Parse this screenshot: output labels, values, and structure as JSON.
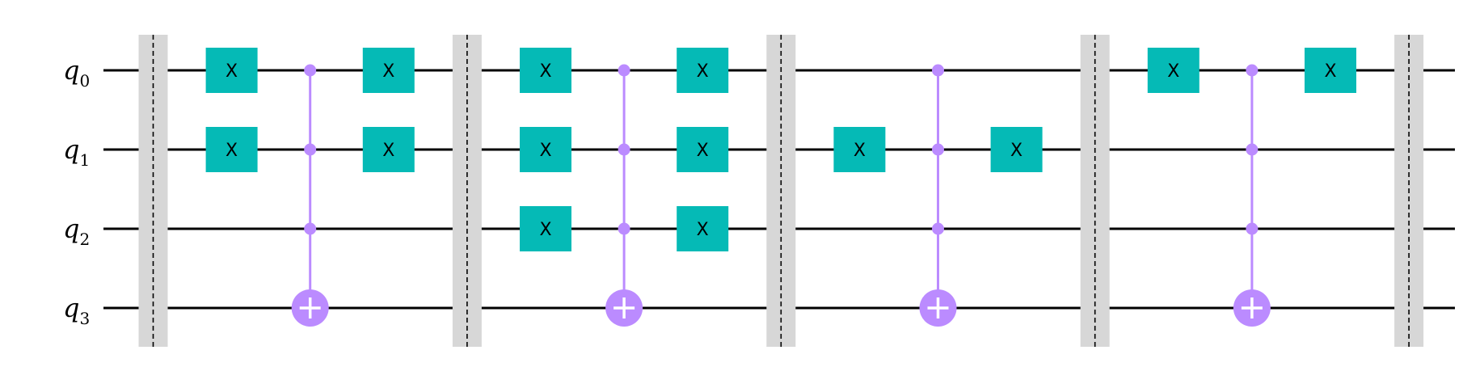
{
  "qubits": [
    {
      "name": "q",
      "index": "0"
    },
    {
      "name": "q",
      "index": "1"
    },
    {
      "name": "q",
      "index": "2"
    },
    {
      "name": "q",
      "index": "3"
    }
  ],
  "colors": {
    "wire": "#000000",
    "x_gate": "#05bab6",
    "control": "#bb8bff",
    "barrier": "#d7d7d7"
  },
  "x_gate_label": "X",
  "ops": [
    {
      "type": "barrier",
      "col": 0
    },
    {
      "type": "x",
      "col": 1,
      "qubit": 0
    },
    {
      "type": "x",
      "col": 1,
      "qubit": 1
    },
    {
      "type": "mcx",
      "col": 2,
      "controls": [
        0,
        1,
        2
      ],
      "target": 3
    },
    {
      "type": "x",
      "col": 3,
      "qubit": 0
    },
    {
      "type": "x",
      "col": 3,
      "qubit": 1
    },
    {
      "type": "barrier",
      "col": 4
    },
    {
      "type": "x",
      "col": 5,
      "qubit": 0
    },
    {
      "type": "x",
      "col": 5,
      "qubit": 1
    },
    {
      "type": "x",
      "col": 5,
      "qubit": 2
    },
    {
      "type": "mcx",
      "col": 6,
      "controls": [
        0,
        1,
        2
      ],
      "target": 3
    },
    {
      "type": "x",
      "col": 7,
      "qubit": 0
    },
    {
      "type": "x",
      "col": 7,
      "qubit": 1
    },
    {
      "type": "x",
      "col": 7,
      "qubit": 2
    },
    {
      "type": "barrier",
      "col": 8
    },
    {
      "type": "x",
      "col": 9,
      "qubit": 1
    },
    {
      "type": "mcx",
      "col": 10,
      "controls": [
        0,
        1,
        2
      ],
      "target": 3
    },
    {
      "type": "x",
      "col": 11,
      "qubit": 1
    },
    {
      "type": "barrier",
      "col": 12
    },
    {
      "type": "x",
      "col": 13,
      "qubit": 0
    },
    {
      "type": "mcx",
      "col": 14,
      "controls": [
        0,
        1,
        2
      ],
      "target": 3
    },
    {
      "type": "x",
      "col": 15,
      "qubit": 0
    },
    {
      "type": "barrier",
      "col": 16
    }
  ]
}
